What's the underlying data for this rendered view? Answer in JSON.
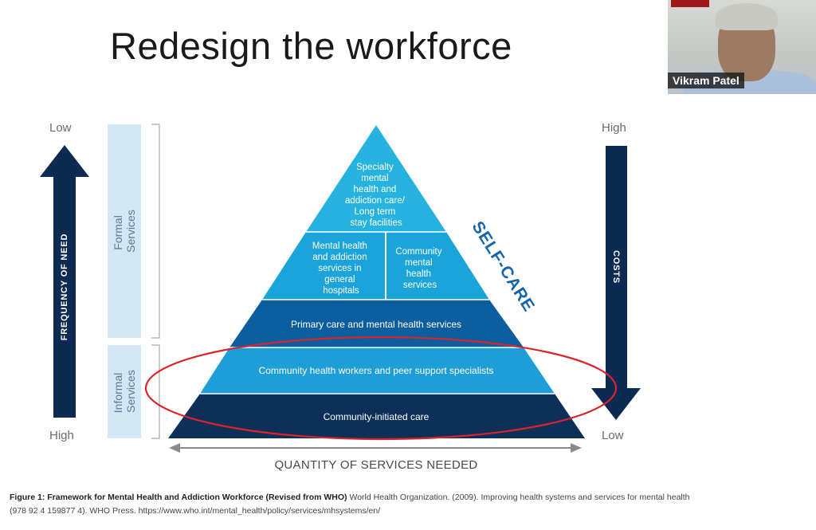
{
  "slide": {
    "title": "Redesign the workforce"
  },
  "webcam": {
    "name": "Vikram Patel"
  },
  "left_axis": {
    "top_label": "Low",
    "bottom_label": "High",
    "arrow_label": "FREQUENCY OF NEED",
    "arrow_color": "#0d2a52"
  },
  "right_axis": {
    "top_label": "High",
    "bottom_label": "Low",
    "arrow_label": "COSTS",
    "arrow_color": "#0d2a52"
  },
  "groups": {
    "formal": "Formal Services",
    "informal": "Informal Services"
  },
  "pyramid": {
    "apex": [
      "Specialty",
      "mental",
      "health and",
      "addiction care/",
      "Long term",
      "stay facilities"
    ],
    "tier2_left": [
      "Mental health",
      "and addiction",
      "services in",
      "general",
      "hospitals"
    ],
    "tier2_right": [
      "Community",
      "mental",
      "health",
      "services"
    ],
    "tier3": "Primary care and mental health services",
    "tier4": "Community health workers and peer support specialists",
    "tier5": "Community-initiated care",
    "side_label": "SELF-CARE",
    "colors": {
      "apex": "#27b3df",
      "tier2": "#1aa4d9",
      "tier3": "#0d5e9f",
      "tier4": "#1e9ed6",
      "tier5": "#0d2f58",
      "highlight_ellipse": "#d8252b"
    }
  },
  "bottom_axis": {
    "label": "QUANTITY OF SERVICES NEEDED"
  },
  "caption": {
    "bold": "Figure 1: Framework for Mental Health and Addiction Workforce (Revised from WHO)",
    "line1": "World Health Organization. (2009). Improving health systems and services for mental health",
    "line2": "(978 92 4 159877 4). WHO Press. https://www.who.int/mental_health/policy/services/mhsystems/en/"
  }
}
